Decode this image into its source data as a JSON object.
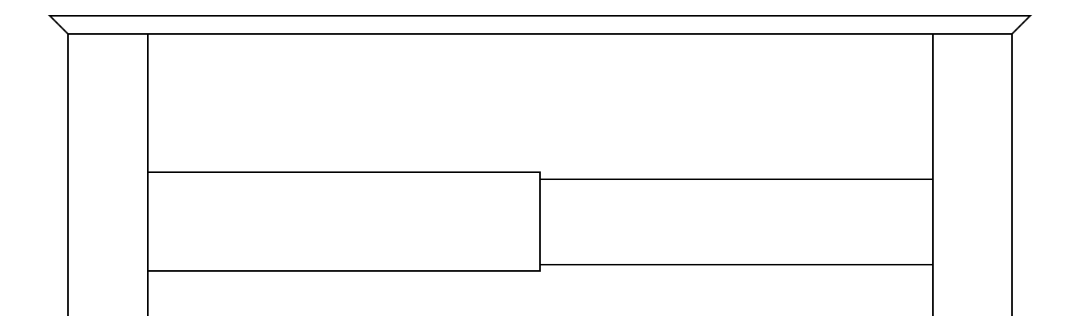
{
  "diagram": {
    "type": "line-drawing",
    "subject": "",
    "stroke_color": "#000000",
    "background_color": "#ffffff",
    "parts": [
      "top-cap",
      "left-post",
      "right-post",
      "lower-left-panel",
      "lower-right-panel"
    ]
  }
}
